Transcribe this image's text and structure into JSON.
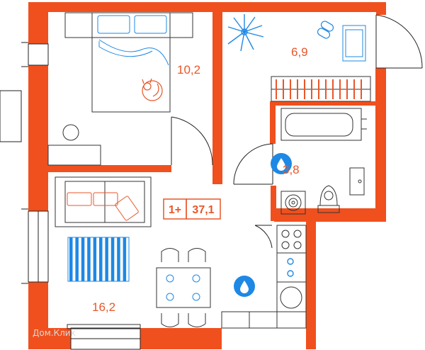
{
  "plan": {
    "rooms": [
      {
        "name": "bedroom",
        "area": "10,2"
      },
      {
        "name": "hallway",
        "area": "6,9"
      },
      {
        "name": "bathroom",
        "area": "3,8"
      },
      {
        "name": "living-kitchen",
        "area": "16,2"
      }
    ],
    "badge": {
      "rooms": "1+",
      "total_area": "37,1"
    },
    "watermark": "Дом.Клик",
    "colors": {
      "wall": "#f0501e",
      "accent": "#e8572a",
      "furniture_line": "#333333",
      "blue": "#1e88e5"
    }
  }
}
